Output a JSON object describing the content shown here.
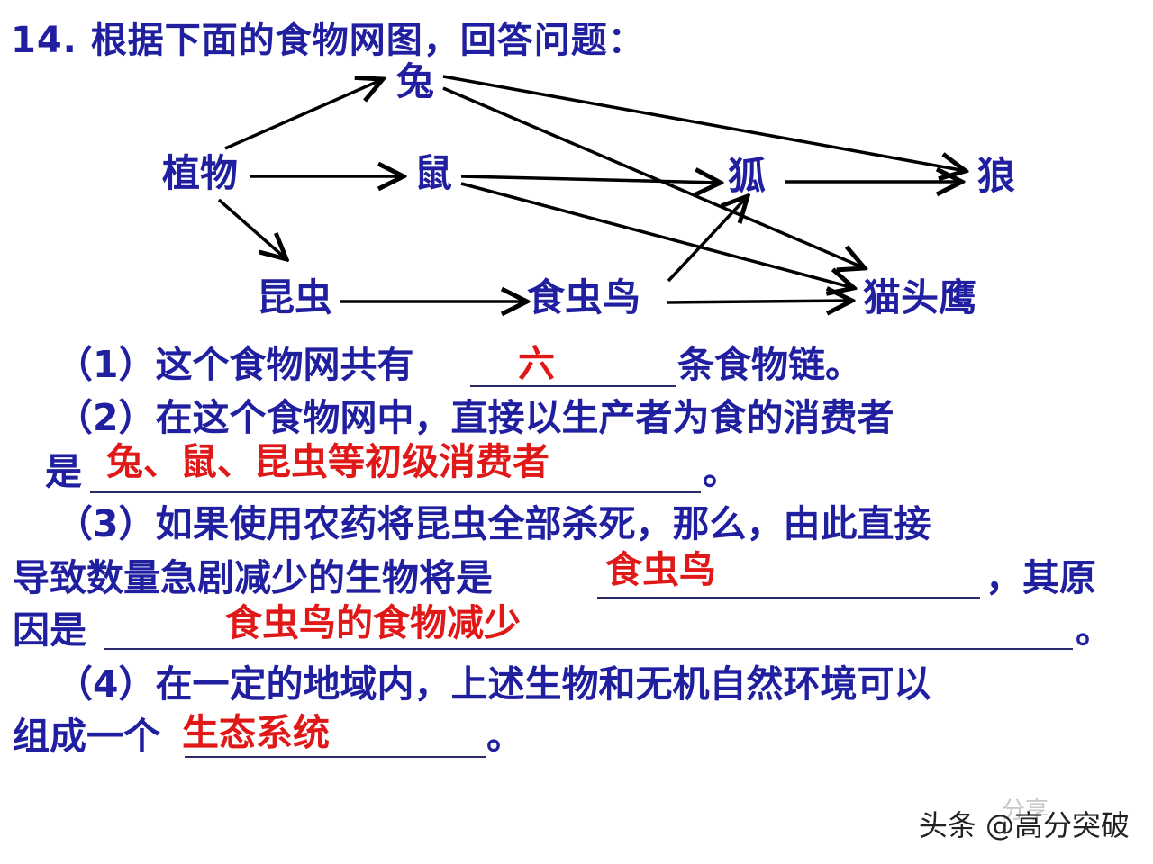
{
  "title": "14. 根据下面的食物网图，回答问题：",
  "nodes": {
    "tu": "兔",
    "zhiwu": "植物",
    "shu": "鼠",
    "hu": "狐",
    "lang": "狼",
    "kunchong": "昆虫",
    "shichongniao": "食虫鸟",
    "maotouying": "猫头鹰"
  },
  "q1": {
    "prefix": "（1）这个食物网共有",
    "suffix": "条食物链。",
    "answer": "六"
  },
  "q2": {
    "line1": "（2）在这个食物网中，直接以生产者为食的消费者",
    "prefix": "是",
    "suffix": "。",
    "answer": "兔、鼠、昆虫等初级消费者"
  },
  "q3": {
    "line1": "（3）如果使用农药将昆虫全部杀死，那么，由此直接",
    "line2_prefix": "导致数量急剧减少的生物将是",
    "line2_suffix": "，其原",
    "line3_prefix": "因是",
    "line3_suffix": "。",
    "answer1": "食虫鸟",
    "answer2": "食虫鸟的食物减少"
  },
  "q4": {
    "line1": "（4）在一定的地域内，上述生物和无机自然环境可以",
    "prefix": "组成一个",
    "suffix": "。",
    "answer": "生态系统"
  },
  "watermark": "头条 @高分突破",
  "watermark_faint": "分享"
}
